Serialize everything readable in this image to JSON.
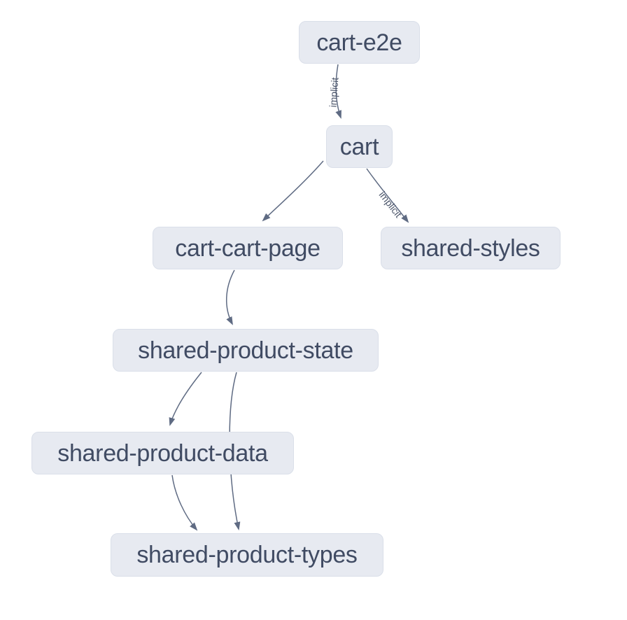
{
  "colors": {
    "background": "#ffffff",
    "node_fill": "#e7eaf1",
    "node_border": "#dadfe9",
    "node_text": "#404b63",
    "edge": "#5f6b83",
    "edge_label": "#4c566b"
  },
  "graph": {
    "nodes": [
      {
        "id": "cart-e2e",
        "label": "cart-e2e"
      },
      {
        "id": "cart",
        "label": "cart"
      },
      {
        "id": "cart-cart-page",
        "label": "cart-cart-page"
      },
      {
        "id": "shared-styles",
        "label": "shared-styles"
      },
      {
        "id": "shared-product-state",
        "label": "shared-product-state"
      },
      {
        "id": "shared-product-data",
        "label": "shared-product-data"
      },
      {
        "id": "shared-product-types",
        "label": "shared-product-types"
      }
    ],
    "edges": [
      {
        "from": "cart-e2e",
        "to": "cart",
        "label": "implicit"
      },
      {
        "from": "cart",
        "to": "cart-cart-page",
        "label": ""
      },
      {
        "from": "cart",
        "to": "shared-styles",
        "label": "implicit"
      },
      {
        "from": "cart-cart-page",
        "to": "shared-product-state",
        "label": ""
      },
      {
        "from": "shared-product-state",
        "to": "shared-product-data",
        "label": ""
      },
      {
        "from": "shared-product-state",
        "to": "shared-product-types",
        "label": ""
      },
      {
        "from": "shared-product-data",
        "to": "shared-product-types",
        "label": ""
      }
    ]
  }
}
